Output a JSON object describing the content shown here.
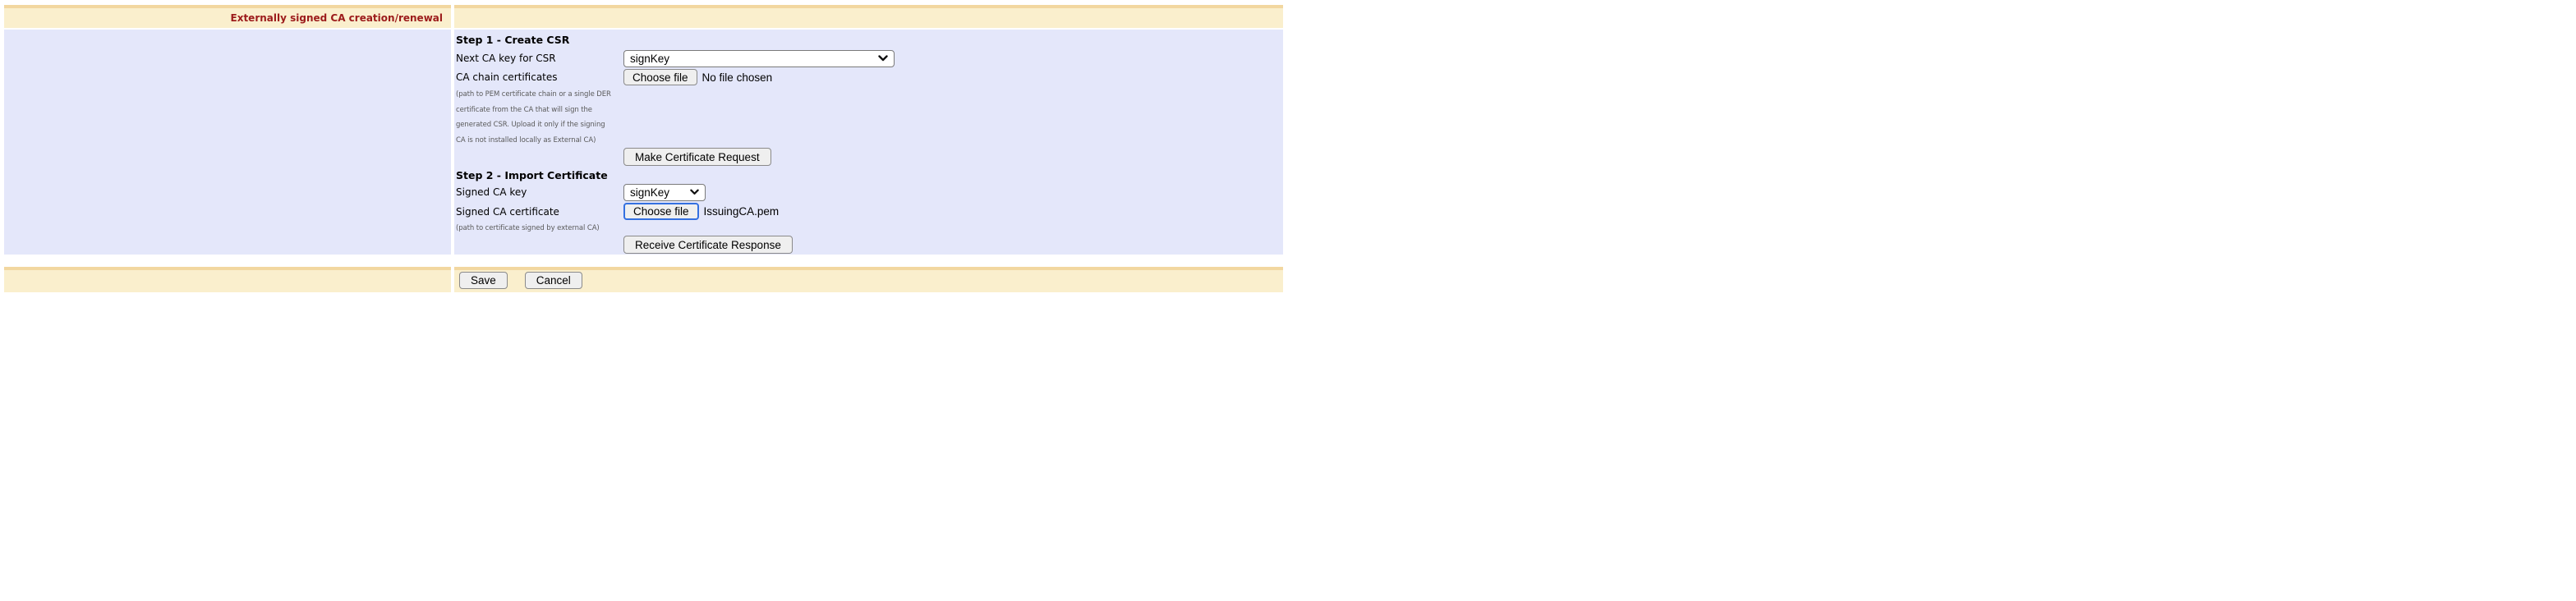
{
  "header": {
    "title": "Externally signed CA creation/renewal"
  },
  "step1": {
    "heading": "Step 1 - Create CSR",
    "next_ca_key": {
      "label": "Next CA key for CSR",
      "value": "signKey"
    },
    "ca_chain": {
      "label": "CA chain certificates",
      "button_label": "Choose file",
      "file_status": "No file chosen",
      "help_lines": [
        "(path to PEM certificate chain or a single DER",
        "certificate from the CA that will sign the",
        "generated CSR. Upload it only if the signing",
        "CA is not installed locally as External CA)"
      ]
    },
    "make_request_button": "Make Certificate Request"
  },
  "step2": {
    "heading": "Step 2 - Import Certificate",
    "signed_ca_key": {
      "label": "Signed CA key",
      "value": "signKey"
    },
    "signed_ca_cert": {
      "label": "Signed CA certificate",
      "button_label": "Choose file",
      "file_status": "IssuingCA.pem",
      "help": "(path to certificate signed by external CA)"
    },
    "receive_response_button": "Receive Certificate Response"
  },
  "footer": {
    "save_label": "Save",
    "cancel_label": "Cancel"
  },
  "icons": {
    "select_chevron": "chevron-down"
  },
  "colors": {
    "header_bg": "#faefcd",
    "header_border": "#f2d7a0",
    "header_text": "#9c1b1b",
    "content_bg": "#e4e7fa",
    "help_text": "#5a5a5a",
    "focus_ring": "#3470e0",
    "control_bg": "#efefef",
    "control_border": "#8a8a8a"
  }
}
